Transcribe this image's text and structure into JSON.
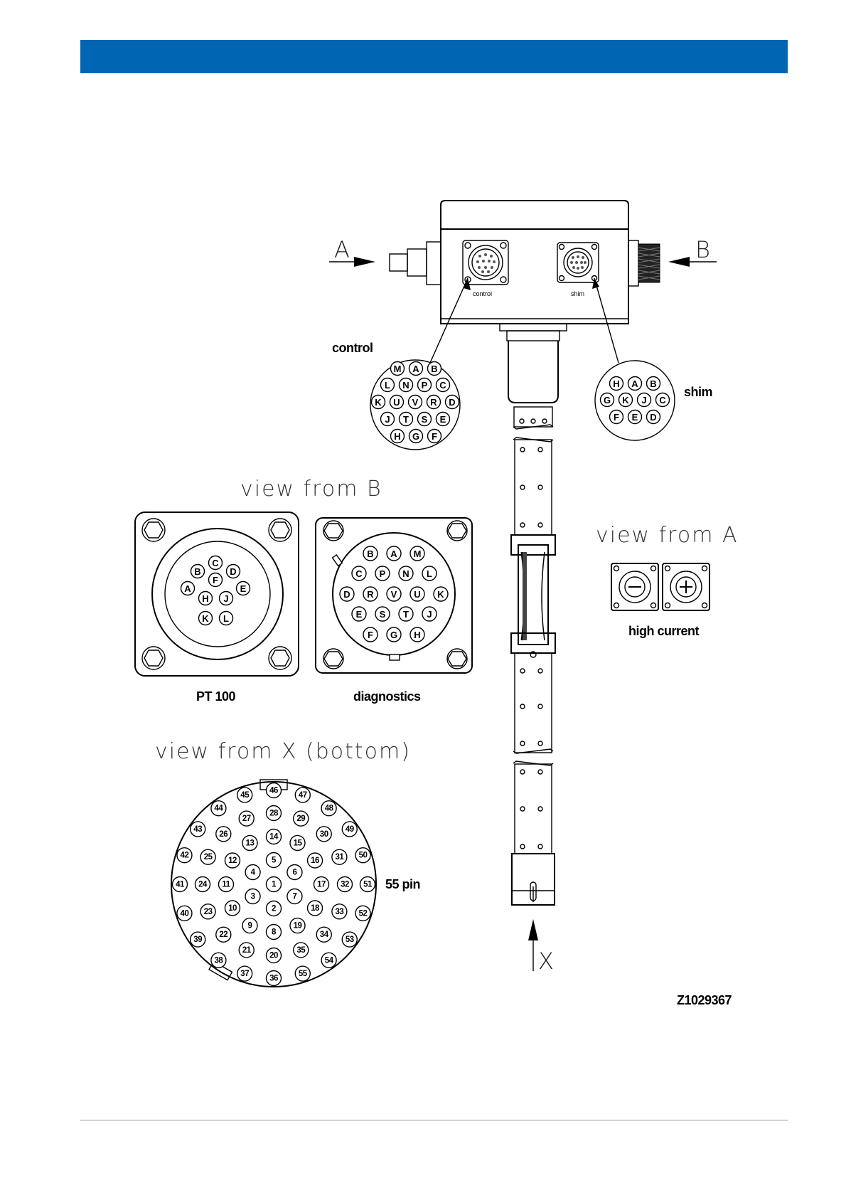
{
  "labels": {
    "control_callout": "control",
    "shim_callout": "shim",
    "control_port": "control",
    "shim_port": "shim",
    "view_from_b": "view from B",
    "view_from_a": "view from A",
    "view_from_x": "view from X (bottom)",
    "pt100": "PT 100",
    "diagnostics": "diagnostics",
    "high_current": "high current",
    "pin55": "55 pin",
    "figure_id": "Z1029367",
    "arrow_a": "A",
    "arrow_b": "B",
    "arrow_x": "X"
  },
  "connectors": {
    "control": [
      "M",
      "A",
      "B",
      "L",
      "N",
      "P",
      "C",
      "K",
      "U",
      "V",
      "R",
      "D",
      "J",
      "T",
      "S",
      "E",
      "H",
      "G",
      "F"
    ],
    "shim": [
      "H",
      "A",
      "B",
      "G",
      "K",
      "J",
      "C",
      "F",
      "E",
      "D"
    ],
    "pt100": [
      "C",
      "B",
      "D",
      "A",
      "F",
      "E",
      "H",
      "J",
      "K",
      "L"
    ],
    "diagnostics": [
      "B",
      "A",
      "M",
      "C",
      "P",
      "N",
      "L",
      "D",
      "R",
      "V",
      "U",
      "K",
      "E",
      "S",
      "T",
      "J",
      "F",
      "G",
      "H"
    ],
    "pin55": [
      "1",
      "2",
      "3",
      "4",
      "5",
      "6",
      "7",
      "8",
      "9",
      "10",
      "11",
      "12",
      "13",
      "14",
      "15",
      "16",
      "17",
      "18",
      "19",
      "20",
      "21",
      "22",
      "23",
      "24",
      "25",
      "26",
      "27",
      "28",
      "29",
      "30",
      "31",
      "32",
      "33",
      "34",
      "35",
      "36",
      "37",
      "38",
      "39",
      "40",
      "41",
      "42",
      "43",
      "44",
      "45",
      "46",
      "47",
      "48",
      "49",
      "50",
      "51",
      "52",
      "53",
      "54",
      "55"
    ],
    "high_current_symbols": [
      "minus-icon",
      "plus-icon"
    ]
  },
  "colors": {
    "header": "#0066b3"
  }
}
